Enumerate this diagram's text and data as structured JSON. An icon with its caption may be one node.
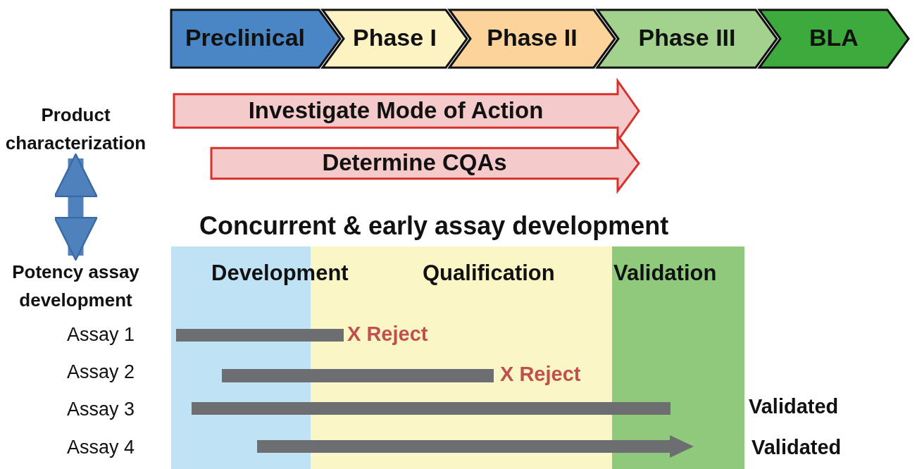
{
  "diagram": {
    "nodes": [
      {
        "text": [
          "Preclinical"
        ]
      },
      {
        "text": [
          "Phase I"
        ]
      },
      {
        "text": [
          "Phase II"
        ]
      },
      {
        "text": [
          "Phase III"
        ]
      },
      {
        "text": [
          "BLA"
        ]
      },
      {
        "text": [
          "Investigate Mode of Action"
        ]
      },
      {
        "text": [
          "Determine CQAs"
        ]
      },
      {
        "text": [
          "Product characterization"
        ]
      },
      {
        "text": [
          "Potency assay development"
        ]
      },
      {
        "text": [
          "Development"
        ]
      },
      {
        "text": [
          "Qualification"
        ]
      },
      {
        "text": [
          "Validation"
        ]
      },
      {
        "text": [],
        "shape": "bar",
        "beside": [
          "X Reject"
        ]
      },
      {
        "text": [],
        "shape": "bar",
        "beside": [
          "X Reject"
        ]
      },
      {
        "text": [],
        "shape": "bar"
      },
      {
        "text": [],
        "shape": "arrow"
      }
    ],
    "edges": [
      {
        "from": 7,
        "to": 8,
        "arrow": "both"
      }
    ],
    "labels": [
      "Concurrent & early assay development",
      "Assay 1",
      "Assay 2",
      "Assay 3",
      "Assay 4",
      "Validated",
      "Validated"
    ]
  }
}
